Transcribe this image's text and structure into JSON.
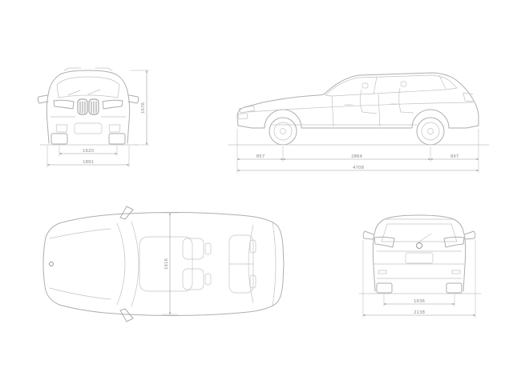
{
  "drawing": {
    "type": "vehicle-dimension-blueprint",
    "unit": "mm",
    "views": {
      "front": {
        "track": "1620",
        "width": "1891",
        "height": "1676"
      },
      "side": {
        "front_overhang": "857",
        "wheelbase": "2864",
        "rear_overhang": "997",
        "length": "4708"
      },
      "top": {
        "body_width": "1616"
      },
      "rear": {
        "track": "1636",
        "width_mirrors": "2138"
      }
    },
    "colors": {
      "background": "#ffffff",
      "car_line": "#aeaeae",
      "car_line_light": "#c2c2c2",
      "car_line_dark": "#8f8f8f",
      "dimension_line": "#9b9b9b",
      "label_text": "#8c8c8c"
    }
  }
}
